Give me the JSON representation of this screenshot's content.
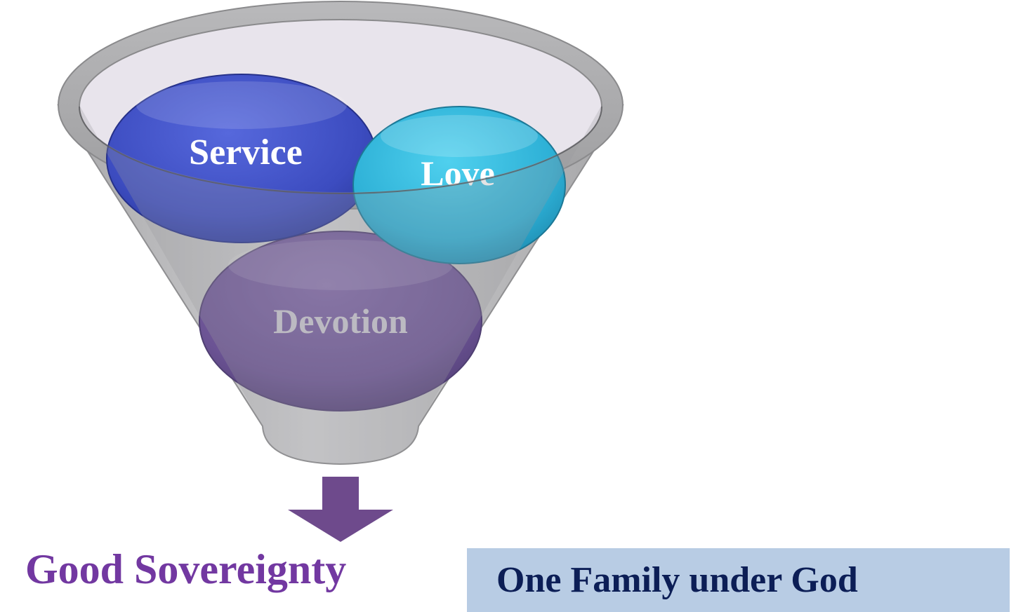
{
  "diagram": {
    "type": "funnel",
    "inputs": [
      {
        "label": "Service",
        "color": "#3f4fc4",
        "text_color": "#ffffff"
      },
      {
        "label": "Love",
        "color": "#2fb3d8",
        "text_color": "#ffffff"
      },
      {
        "label": "Devotion",
        "color": "#6d5596",
        "text_color": "#c9c6d0"
      }
    ],
    "arrow_icon": "down-arrow",
    "arrow_color": "#6e4a8c",
    "funnel_color": "#c4c4c6",
    "result": {
      "label": "Good Sovereignty",
      "color": "#7238a1"
    },
    "callout": {
      "label": "One Family under God",
      "color": "#0c1e56",
      "background": "#b8cce4"
    }
  }
}
